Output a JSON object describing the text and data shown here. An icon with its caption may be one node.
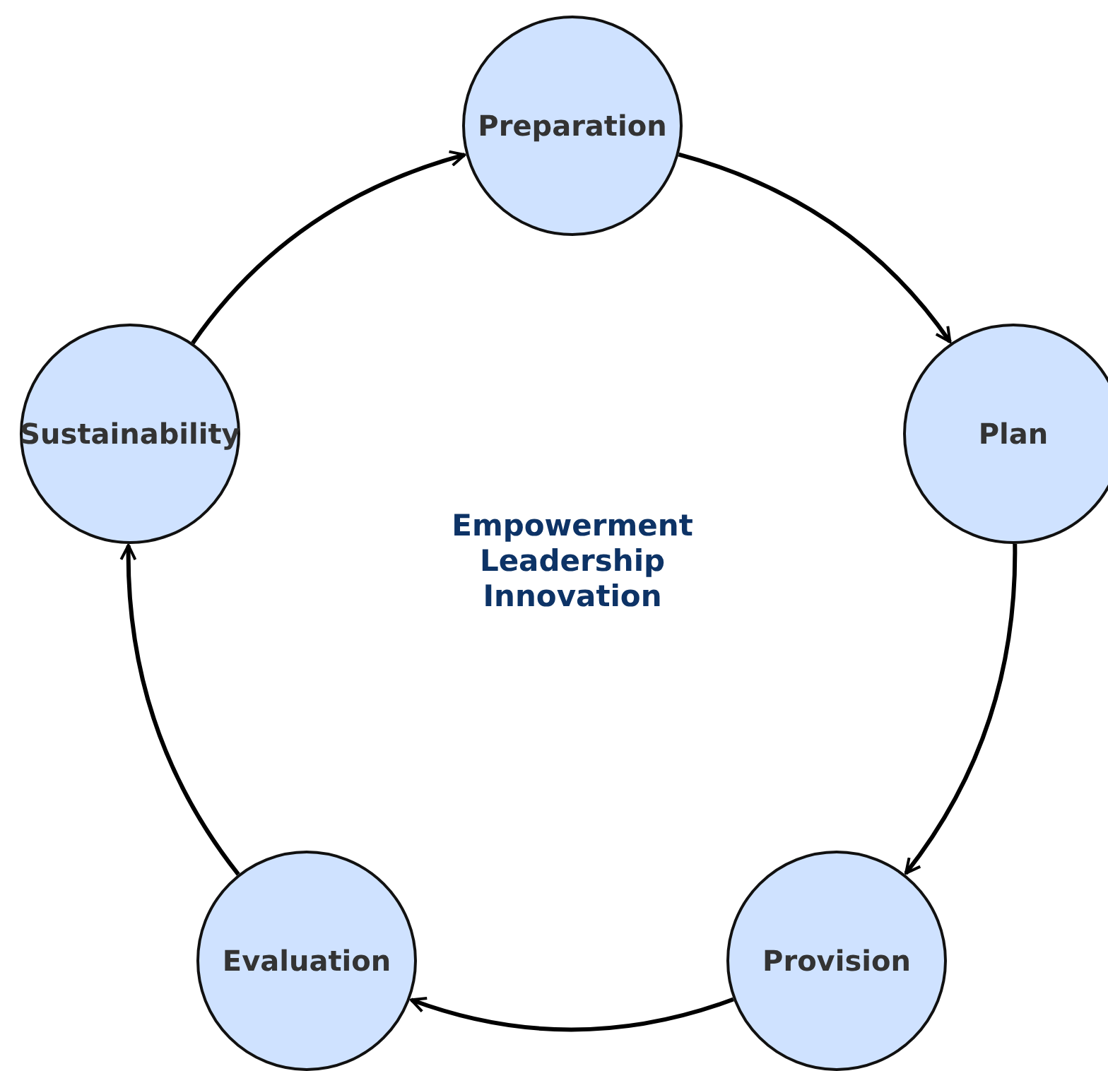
{
  "diagram": {
    "nodes": [
      {
        "text": [
          "Preparation"
        ]
      },
      {
        "text": [
          "Plan"
        ]
      },
      {
        "text": [
          "Provision"
        ]
      },
      {
        "text": [
          "Evaluation"
        ]
      },
      {
        "text": [
          "Sustainability"
        ]
      }
    ],
    "edges": [
      {
        "from": 0,
        "to": 1,
        "arrow": "to"
      },
      {
        "from": 1,
        "to": 2,
        "arrow": "to"
      },
      {
        "from": 2,
        "to": 3,
        "arrow": "to"
      },
      {
        "from": 3,
        "to": 4,
        "arrow": "to"
      },
      {
        "from": 4,
        "to": 0,
        "arrow": "to"
      }
    ],
    "labels": [
      "Empowerment Leadership Innovation"
    ]
  }
}
